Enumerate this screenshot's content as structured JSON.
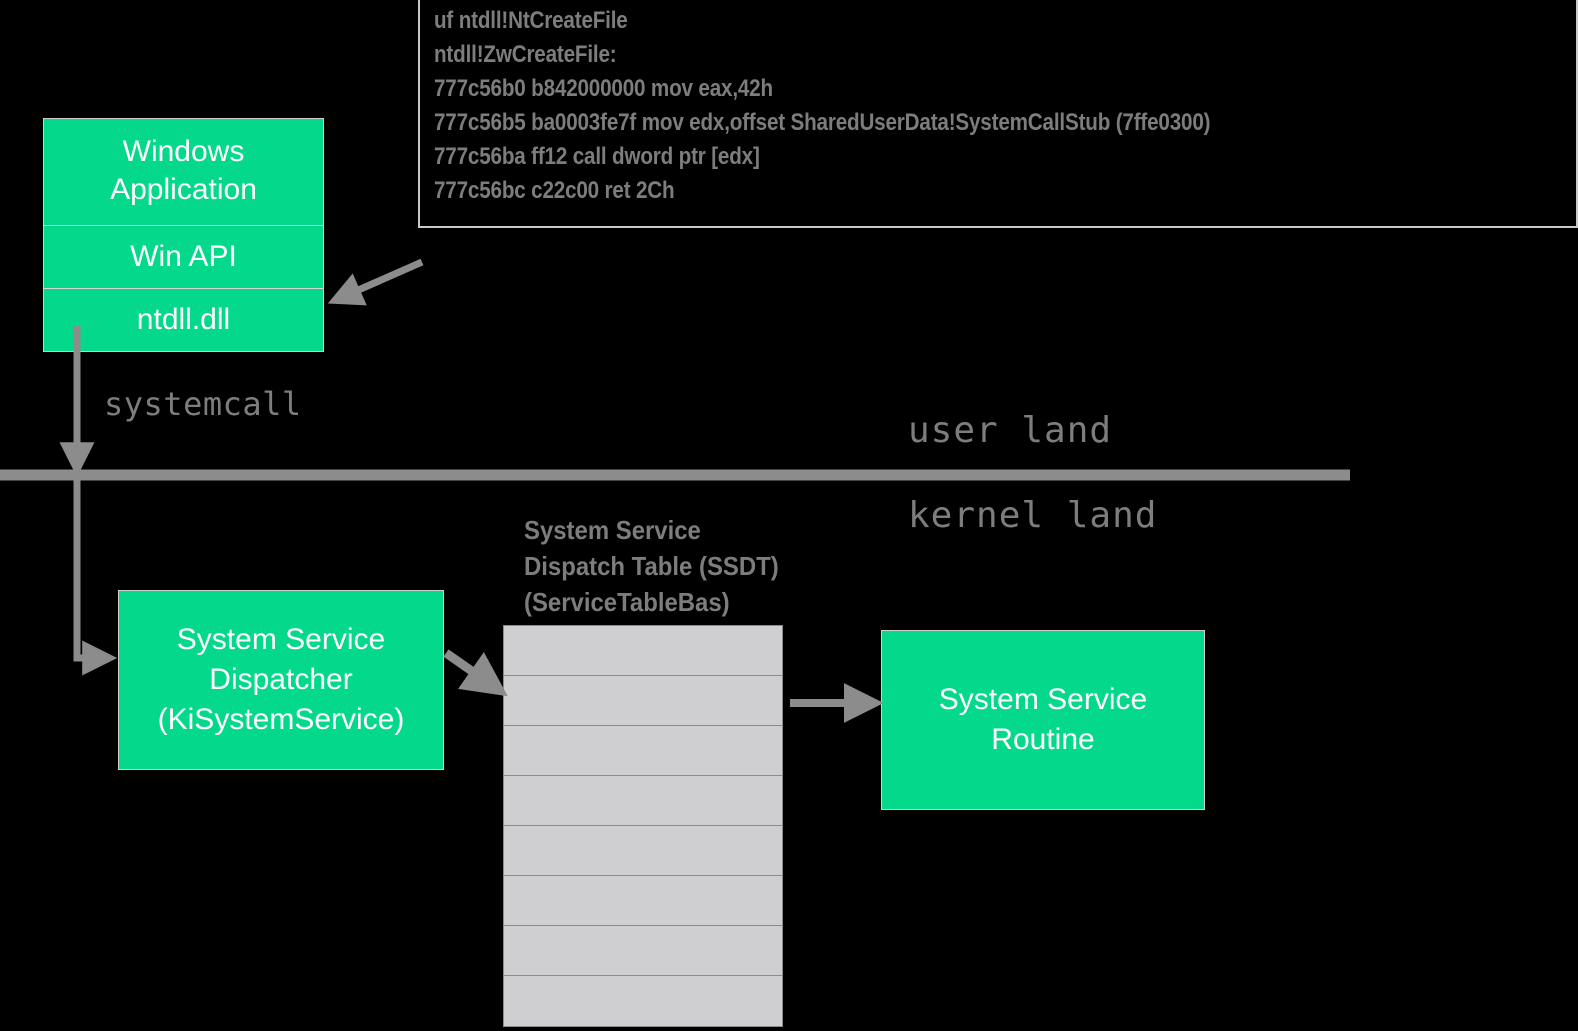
{
  "diagram": {
    "title": "Windows System Call Flow",
    "background_color": "#000000",
    "accent_green": "#04d98b",
    "line_gray": "#8c8c8c",
    "text_gray": "#7d7d7d",
    "table_fill": "#cfcfd1"
  },
  "code_panel": {
    "lines": [
      "uf ntdll!NtCreateFile",
      "ntdll!ZwCreateFile:",
      "777c56b0 b842000000 mov eax,42h",
      "777c56b5 ba0003fe7f mov edx,offset SharedUserData!SystemCallStub (7ffe0300)",
      "777c56ba ff12 call dword ptr [edx]",
      "777c56bc c22c00 ret 2Ch"
    ]
  },
  "app_stack": {
    "cells": [
      {
        "label": "Windows\nApplication"
      },
      {
        "label": "Win API"
      },
      {
        "label": "ntdll.dll"
      }
    ]
  },
  "labels": {
    "systemcall": "systemcall",
    "user_land": "user land",
    "kernel_land": "kernel land"
  },
  "ssdt": {
    "title": "System Service\nDispatch Table (SSDT)\n(ServiceTableBas)",
    "row_count": 8
  },
  "boxes": {
    "dispatcher": "System Service\nDispatcher\n(KiSystemService)",
    "routine": "System Service\nRoutine"
  }
}
